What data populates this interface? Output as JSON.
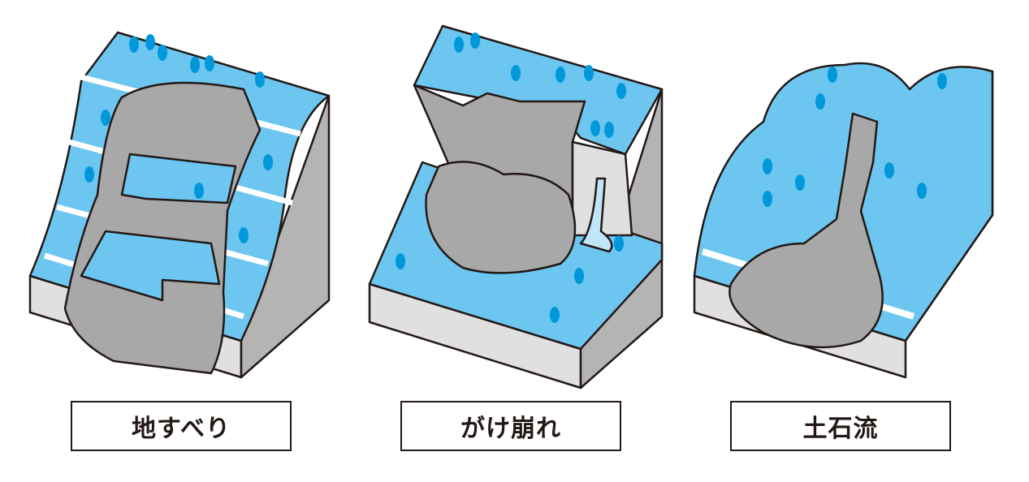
{
  "labels": {
    "landslide": "地すべり",
    "slope_failure": "がけ崩れ",
    "debris_flow": "土石流"
  },
  "colors": {
    "sky_blue": "#6cc6f0",
    "drop_blue": "#0097db",
    "rock_gray": "#a8a8a8",
    "side_gray": "#b4b4b4",
    "front_gray": "#e0e0e0",
    "outline": "#231815"
  }
}
